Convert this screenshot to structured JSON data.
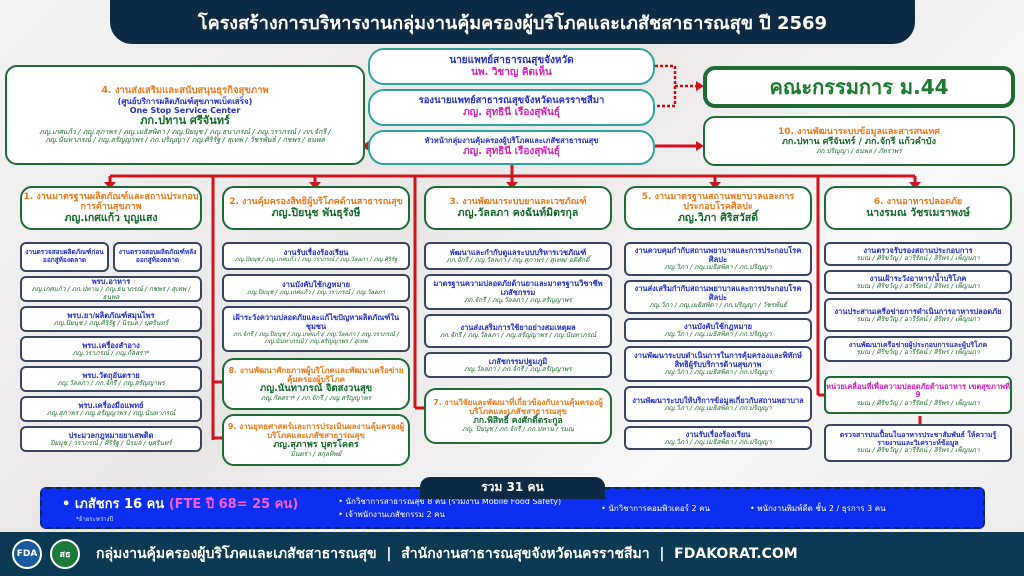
{
  "title": "โครงสร้างการบริหารงานกลุ่มงานคุ้มครองผู้บริโภคและเภสัชสาธารณสุข ปี 2569",
  "executives": [
    {
      "role": "นายแพทย์สาธารณสุขจังหวัด",
      "name": "นพ. วิชาญ คิดเห็น"
    },
    {
      "role": "รองนายแพทย์สาธารณสุขจังหวัดนครราชสีมา",
      "name": "ภญ. สุทธินี เรืองสุพันธุ์"
    },
    {
      "role": "หัวหน้ากลุ่มงานคุ้มครองผู้บริโภคและเภสัชสาธารณสุข",
      "name": "ภญ. สุทธินี เรืองสุพันธุ์"
    }
  ],
  "unit4": {
    "title": "4. งานส่งเสริมและสนับสนุนธุรกิจสุขภาพ",
    "subtitle": "(ศูนย์บริการผลิตภัณฑ์สุขภาพเบ็ดเสร็จ)",
    "english": "One Stop Service Center",
    "lead": "ภก.ปทาน ศรีจันทร์",
    "staff": "ภญ.เกศแก้ว / ภญ.สุภาพร / ภญ.เมธิสพิดา / ภญ.ปิยนุช / ภญ.ธนาภรณ์ / ภญ.วราภรณ์ / ภก.จักรี / ภญ.นันทาภรณ์ / ภญ.สรัญญาพร / ภก.ปริญญา / ภญ.ศิริรัฐ / สุเทพ / วัชรพันธ์ / กชพร / ธนพล"
  },
  "committee": "คณะกรรมการ ม.44",
  "unit10": {
    "title": "10. งานพัฒนาระบบข้อมูลและสารสนเทศ",
    "lead": "ภก.ปทาน ศรีจันทร์ / ภก.จักรี แก้วคำบัง",
    "staff": "ภก.ปริญญา / ธนพล / ภัทราพร"
  },
  "columns": [
    {
      "title": "1. งานมาตรฐานผลิตภัณฑ์และสถานประกอบการด้านสุขภาพ",
      "lead": "ภญ.เกศแก้ว บุญแสง",
      "pair": [
        "งานตรวจสอบผลิตภัณฑ์ก่อนออกสู่ท้องตลาด",
        "งานตรวจสอบผลิตภัณฑ์หลังออกสู่ท้องตลาด"
      ],
      "items": [
        {
          "title": "พรบ.อาหาร",
          "staff": "ภญ.เกศแก้ว / ภก.ปทาน / ภญ.ธนาภรณ์ / กชพร / สุเทพ / ธนพล"
        },
        {
          "title": "พรบ.ยา/ผลิตภัณฑ์สมุนไพร",
          "staff": "ภญ.ปิยนุช / ภญ.ศิริรัฐ / นิรมล / บุศรินทร์"
        },
        {
          "title": "พรบ.เครื่องสำอาง",
          "staff": "ภญ.วราภรณ์ / ภญ.กัลสรา*"
        },
        {
          "title": "พรบ.วัตถุอันตราย",
          "staff": "ภญ.วัลลภา / ภก.จักรี / ภญ.สรัญญาพร"
        },
        {
          "title": "พรบ.เครื่องมือแพทย์",
          "staff": "ภญ.สุภาพร / ภญ.สรัญญาพร / ภญ.นันทาภรณ์"
        },
        {
          "title": "ประมวลกฎหมายยาเสพติด",
          "staff": "ปิยนุช / วราภรณ์ / ศิริรัฐ / นิรมล / บุศรินทร์"
        }
      ]
    },
    {
      "title": "2. งานคุ้มครองสิทธิผู้บริโภคด้านสาธารณสุข",
      "lead": "ภญ.ปิยนุช พันธุรังษี",
      "items": [
        {
          "title": "งานรับเรื่องร้องเรียน",
          "staff": "ภญ.ปิยนุช / ภญ.เกศแก้ว / ภญ.วราภรณ์ / ภญ.วัลลภา / ภญ.ศิริรัฐ"
        },
        {
          "title": "งานบังคับใช้กฎหมาย",
          "staff": "ภญ.ปิยนุช / ภญ.เกศแก้ว / ภญ.วราภรณ์ / ภญ.วัลลภา"
        },
        {
          "title": "เฝ้าระวังความปลอดภัยและแก้ไขปัญหาผลิตภัณฑ์ในชุมชน",
          "staff": "ภก.จักรี / ภญ.ปิยนุช / ภญ.เกศแก้ว/ ภญ.วัลลภา / ภญ.วราภรณ์ / ภญ.นันทาภรณ์ / ภญ.สรัญญาพร / สุเทพ"
        }
      ],
      "extra": [
        {
          "title": "8. งานพัฒนาศักยภาพผู้บริโภคและพัฒนาเครือข่ายคุ้มครองผู้บริโภค",
          "lead": "ภญ.นันทาภรณ์ จิตสงวนสุข",
          "staff": "ภญ.กัลสรา* / ภก.จักรี / ภญ.สรัญญาพร"
        },
        {
          "title": "9. งานยุทธศาสตร์และการประเมินผลงานคุ้มครองผู้บริโภคและเภสัชสาธารณสุข",
          "lead": "ภญ.สุภาพร บุตรโคตร",
          "staff": "มินตรา / สกุลทิพย์"
        }
      ]
    },
    {
      "title": "3. งานพัฒนาระบบยาและเวชภัณฑ์",
      "lead": "ภญ.วัลลภา คงฉันท์มิตรกุล",
      "items": [
        {
          "title": "พัฒนาและกำกับดูแลระบบบริหารเวชภัณฑ์",
          "staff": "ภก.จักรี / ภญ.วัลลภา / ภญ.สุภาพร / สุเทพ/ อดิศักดิ์"
        },
        {
          "title": "มาตรฐานความปลอดภัยด้านยาและมาตรฐานวิชาชีพเภสัชกรรม",
          "staff": "ภก.จักรี / ภญ.วัลลภา / ภญ.สรัญญาพร"
        },
        {
          "title": "งานส่งเสริมการใช้ยาอย่างสมเหตุผล",
          "staff": "ภก.จักรี / ภญ.วัลลภา / ภญ.สรัญญาพร / ภญ.นันทาภรณ์"
        },
        {
          "title": "เภสัชกรรมปฐมภูมิ",
          "staff": "ภญ.วัลลภา / ภก.จักรี / ภญ.สรัญญาพร"
        }
      ],
      "extra": [
        {
          "title": "7. งานวิจัยและพัฒนาที่เกี่ยวข้องกับงานคุ้มครองผู้บริโภคและเภสัชสาธารณสุข",
          "lead": "ภก.พิสิทธิ์ คงศักดิ์ตระกูล",
          "staff": "ภญ. ปิยนุช / ภก.จักรี / ภก.ปทาน / รมณ"
        }
      ]
    },
    {
      "title": "5. งานมาตรฐานสถานพยาบาลและการประกอบโรคศิลปะ",
      "lead": "ภญ.วิภา ศิริสวัสดิ์",
      "items": [
        {
          "title": "งานควบคุมกำกับสถานพยาบาลและการประกอบโรคศิลปะ",
          "staff": "ภญ.วิภา / ภญ.เมธิสพิดา / ภก.ปริญญา"
        },
        {
          "title": "งานส่งเสริมกำกับสถานพยาบาลและการประกอบโรคศิลปะ",
          "staff": "ภญ.วิภา / ภญ.เมธิสพิดา / ภก.ปริญญา / วัชรพันธ์"
        },
        {
          "title": "งานบังคับใช้กฎหมาย",
          "staff": "ภญ.วิภา / ภญ.เมธิสพิดา / ภก.ปริญญา"
        },
        {
          "title": "งานพัฒนาระบบดำเนินการในการคุ้มครองและพิทักษ์สิทธิผู้รับบริการด้านสุขภาพ",
          "staff": "ภญ.วิภา / ภญ.เมธิสพิดา / ภก.ปริญญา"
        },
        {
          "title": "งานพัฒนาระบบให้บริการข้อมูลเกี่ยวกับสถานพยาบาล",
          "staff": "ภญ.วิภา / ภญ.เมธิสพิดา / ภก.ปริญญา"
        },
        {
          "title": "งานรับเรื่องร้องเรียน",
          "staff": "ภญ.วิภา / ภญ.เมธิสพิดา / ภก.ปริญญา"
        }
      ]
    },
    {
      "title": "6. งานอาหารปลอดภัย",
      "lead": "นางรมณ วัชรเมราพงษ์",
      "items": [
        {
          "title": "งานตรวจรับรองสถานประกอบการ",
          "staff": "รมณ / ศิริขวัญ / อารีรัตน์ / สิริพร / เพ็ญนภา"
        },
        {
          "title": "งานเฝ้าระวังอาหาร/น้ำบริโภค",
          "staff": "รมณ / ศิริขวัญ / อารีรัตน์ / สิริพร / เพ็ญนภา"
        },
        {
          "title": "งานประสานเครือข่ายการดำเนินการอาหารปลอดภัย",
          "staff": "รมณ / ศิริขวัญ / อารีรัตน์ / สิริพร / เพ็ญนภา"
        },
        {
          "title": "งานพัฒนาเครือข่ายผู้ประกอบการและผู้บริโภค",
          "staff": "รมณ / ศิริขวัญ / อารีรัตน์ / สิริพร / เพ็ญนภา"
        }
      ],
      "mobile": {
        "title": "หน่วยเคลื่อนที่เพื่อความปลอดภัยด้านอาหาร เขตสุขภาพที่ 9",
        "staff": "รมณ / ศิริขวัญ / อารีรัตน์ / สิริพร / เพ็ญนภา"
      },
      "mobile_sub": {
        "title": "ตรวจสารปนเปื้อนในอาหารประชาสัมพันธ์ ให้ความรู้รายงานและวิเคราะห์ข้อมูล",
        "staff": "รมณ / ศิริขวัญ / อารีรัตน์ / สิริพร / เพ็ญนภา"
      }
    }
  ],
  "summary": {
    "total": "รวม 31 คน",
    "pharmacists": "เภสัชกร 16 คน",
    "fte": "(FTE ปี 68= 25 คน)",
    "note": "*ย้ายระหว่างปี",
    "items": [
      "นักวิชาการสาธารณสุข 8 คน (รวมงาน Mobile Food Safety)",
      "เจ้าพนักงานเภสัชกรรม 2 คน",
      "นักวิชาการคอมพิวเตอร์ 2 คน",
      "พนักงานพิมพ์ดีด ชั้น 2 / ธุรการ 3 คน"
    ]
  },
  "footer": {
    "logo1": "FDA",
    "logo2": "สธ",
    "text": "กลุ่มงานคุ้มครองผู้บริโภคและเภสัชสาธารณสุข  |  สำนักงานสาธารณสุขจังหวัดนครราชสีมา  |  FDAKORAT.COM"
  }
}
